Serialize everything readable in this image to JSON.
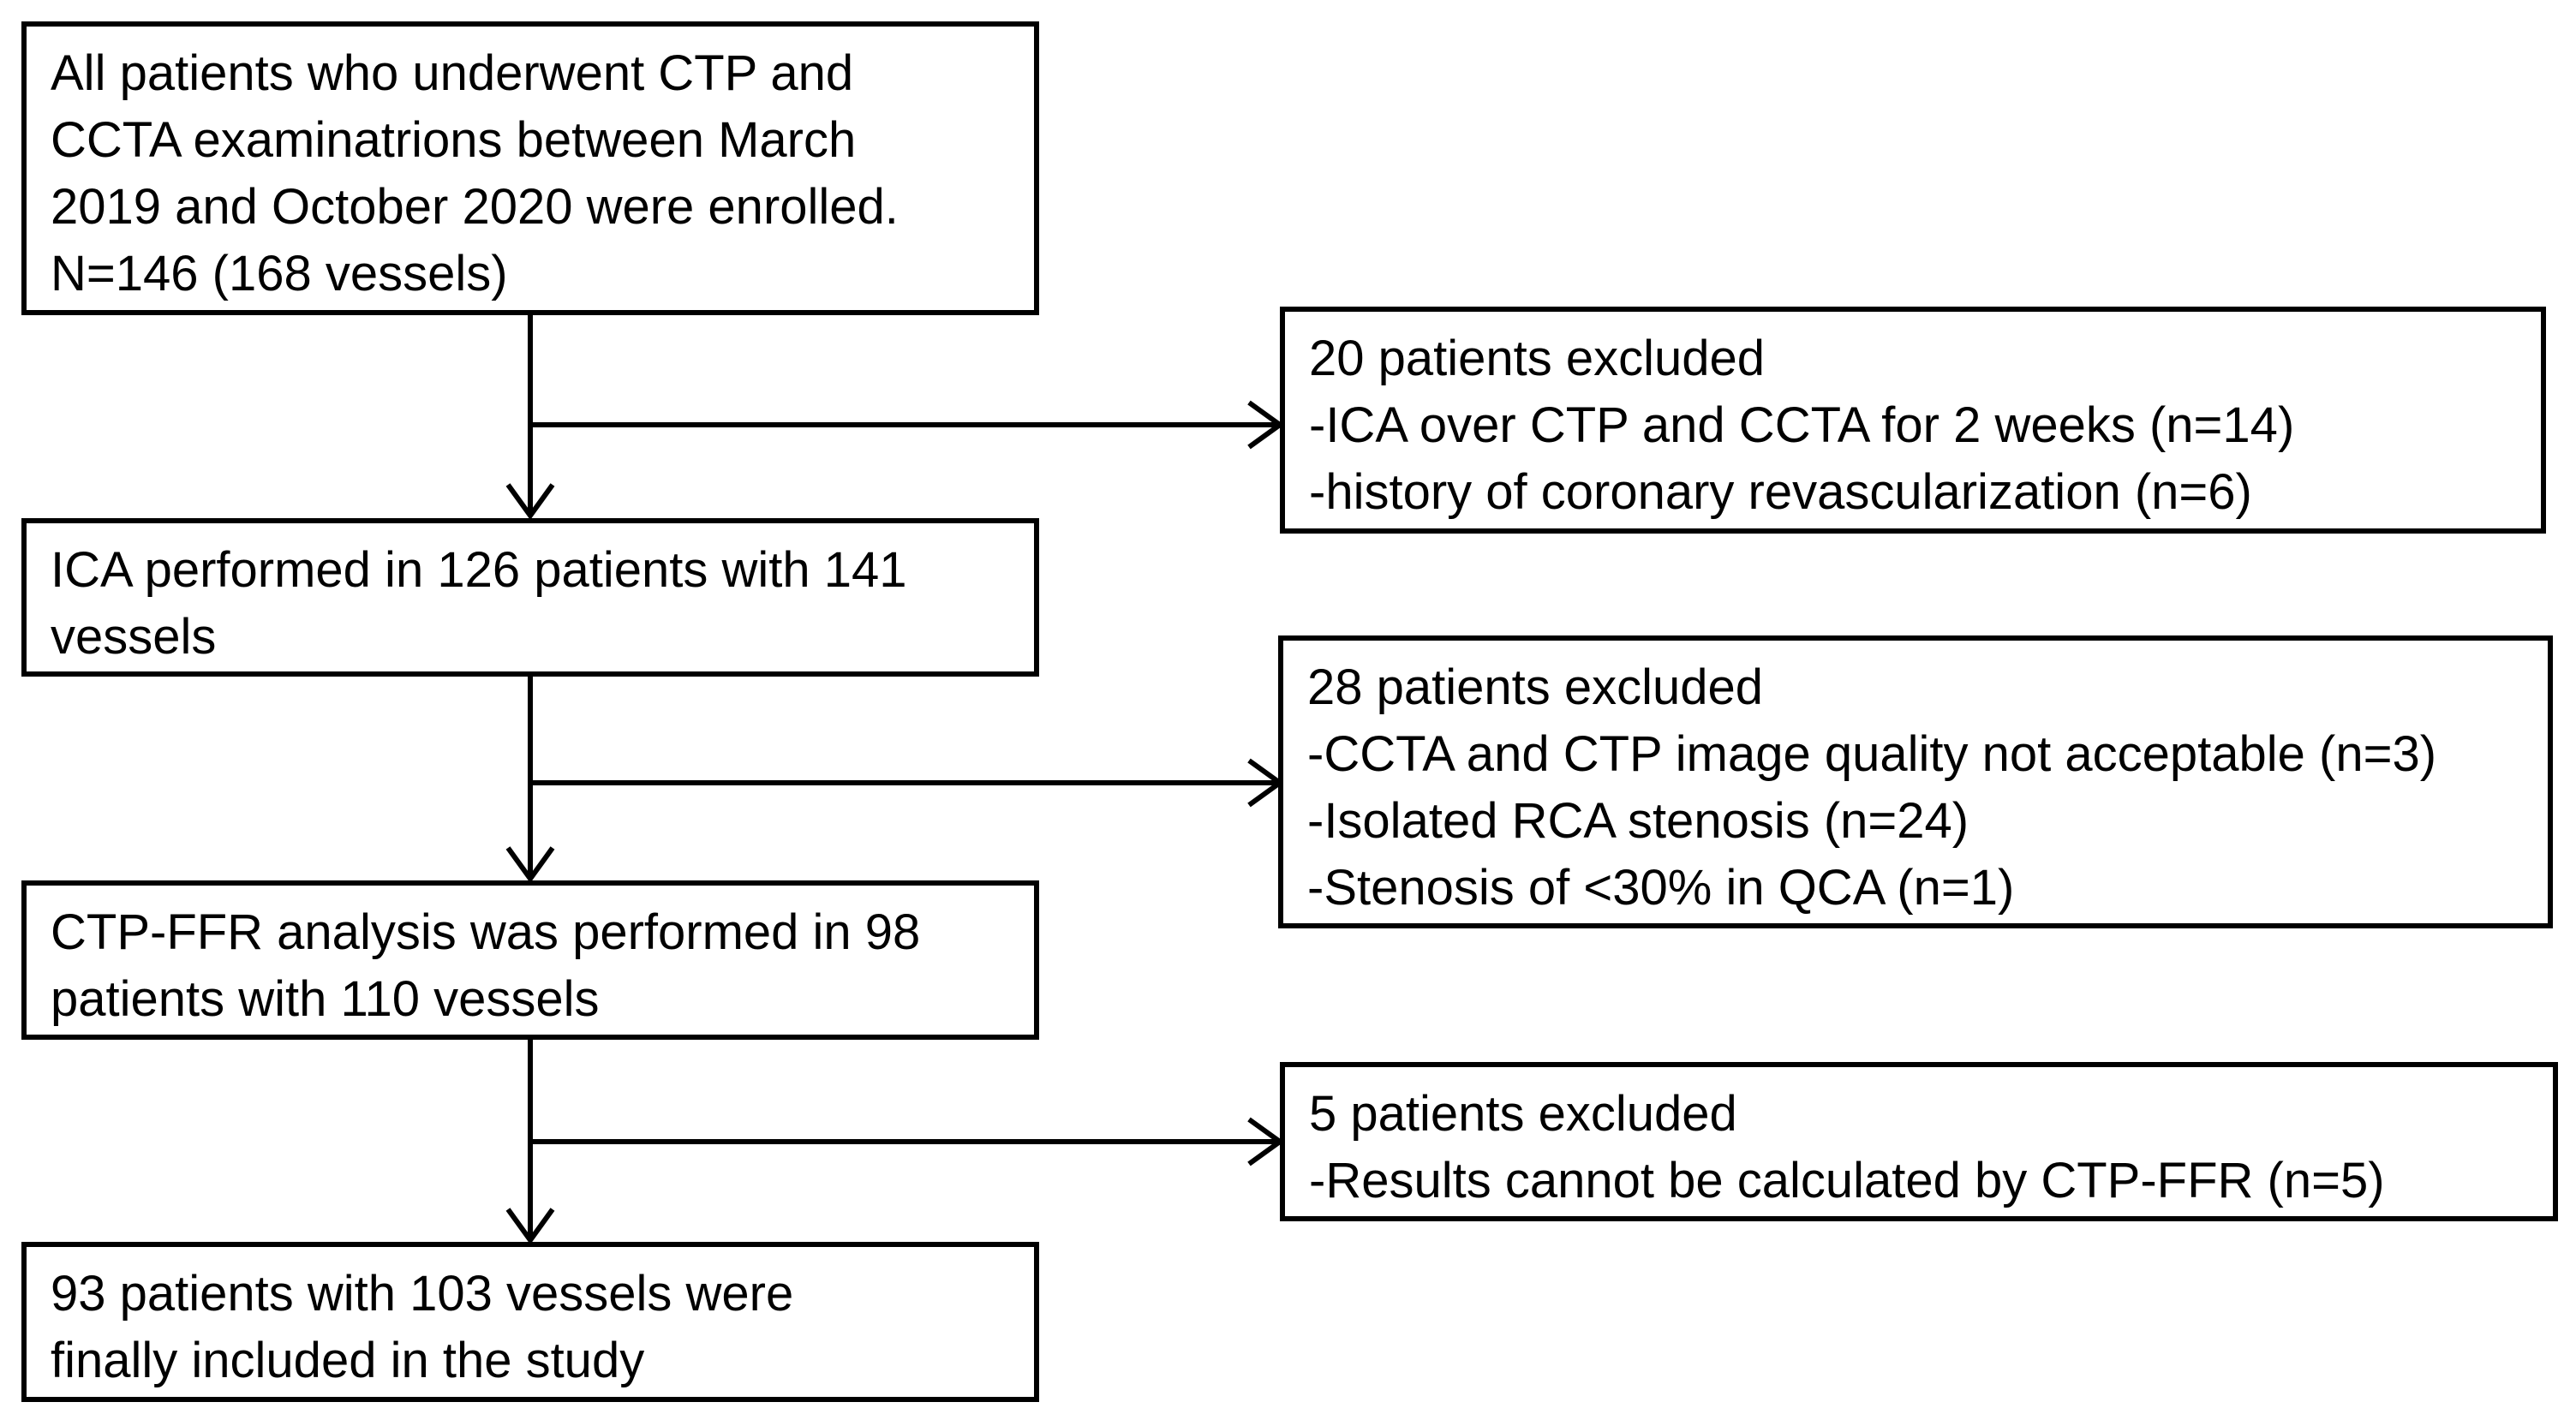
{
  "main_flow": [
    {
      "id": "enrolled",
      "lines": [
        "All patients who underwent CTP and",
        "CCTA examinatrions between March",
        "2019 and October 2020 were enrolled.",
        "N=146 (168 vessels)"
      ]
    },
    {
      "id": "ica",
      "lines": [
        "ICA performed in 126 patients with 141",
        "vessels"
      ]
    },
    {
      "id": "ctp-ffr",
      "lines": [
        "CTP-FFR analysis was performed in 98",
        "patients with 110 vessels"
      ]
    },
    {
      "id": "final",
      "lines": [
        "93 patients with 103 vessels were",
        "finally included in the study"
      ]
    }
  ],
  "exclusions": [
    {
      "id": "exclusion-1",
      "lines": [
        "20 patients excluded",
        "-ICA over CTP and CCTA for 2 weeks (n=14)",
        "-history of coronary revascularization (n=6)"
      ]
    },
    {
      "id": "exclusion-2",
      "lines": [
        "28 patients excluded",
        "-CCTA and CTP image quality not acceptable (n=3)",
        "-Isolated RCA stenosis (n=24)",
        "-Stenosis of <30% in QCA (n=1)"
      ]
    },
    {
      "id": "exclusion-3",
      "lines": [
        "5 patients excluded",
        "-Results cannot be calculated by CTP-FFR (n=5)"
      ]
    }
  ]
}
